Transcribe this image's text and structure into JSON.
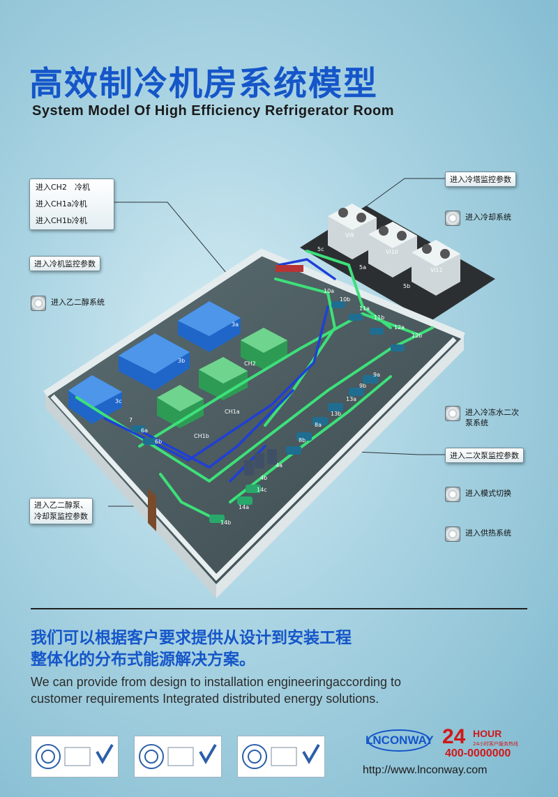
{
  "header": {
    "title_cn": "高效制冷机房系统模型",
    "title_en": "System Model Of High Efficiency Refrigerator Room"
  },
  "left_panel": {
    "chiller_menu": [
      "进入CH2　冷机",
      "进入CH1a冷机",
      "进入CH1b冷机"
    ],
    "chiller_params": "进入冷机监控参数",
    "glycol_system": "进入乙二醇系统",
    "pump_params": [
      "进入乙二醇泵、",
      "冷却泵监控参数"
    ]
  },
  "right_panel": {
    "tower_params": "进入冷塔监控参数",
    "cooling_system": "进入冷却系统",
    "secondary_system": [
      "进入冷冻水二次",
      "泵系统"
    ],
    "secondary_params": "进入二次泵监控参数",
    "mode_switch": "进入模式切换",
    "heating_system": "进入供热系统"
  },
  "model_labels": {
    "vi9": "Vi9",
    "vi10": "Vi10",
    "vi11": "Vi11",
    "l5c": "5c",
    "l5a": "5a",
    "l5b": "5b",
    "l10a": "10a",
    "l10b": "10b",
    "l11a": "11a",
    "l11b": "11b",
    "l12a": "12a",
    "l12b": "12b",
    "l3a": "3a",
    "l3b": "3b",
    "l3c": "3c",
    "ch2": "CH2",
    "ch1a": "CH1a",
    "ch1b": "CH1b",
    "l9a": "9a",
    "l9b": "9b",
    "l13a": "13a",
    "l13b": "13b",
    "l8a": "8a",
    "l8b": "8b",
    "l7": "7",
    "l6a": "6a",
    "l6b": "6b",
    "l4a": "4a",
    "l4b": "4b",
    "l14c": "14c",
    "l14a": "14a",
    "l14b": "14b"
  },
  "slogan": {
    "cn_line1": "我们可以根据客户要求提供从设计到安装工程",
    "cn_line2": "整体化的分布式能源解决方案。",
    "en_line1": "We can provide from design to installation engineeringaccording to",
    "en_line2": "customer requirements Integrated distributed energy solutions."
  },
  "brand": {
    "logo": "LNCONWAY",
    "hours": "24",
    "hours_label": "HOUR",
    "hotline_label": "24小时客户服务热线",
    "phone": "400-0000000",
    "url": "http://www.lnconway.com"
  },
  "colors": {
    "title_blue": "#1556c9",
    "pipe_green": "#3de07a",
    "pipe_blue": "#1f3fd6",
    "phone_red": "#d01818"
  }
}
